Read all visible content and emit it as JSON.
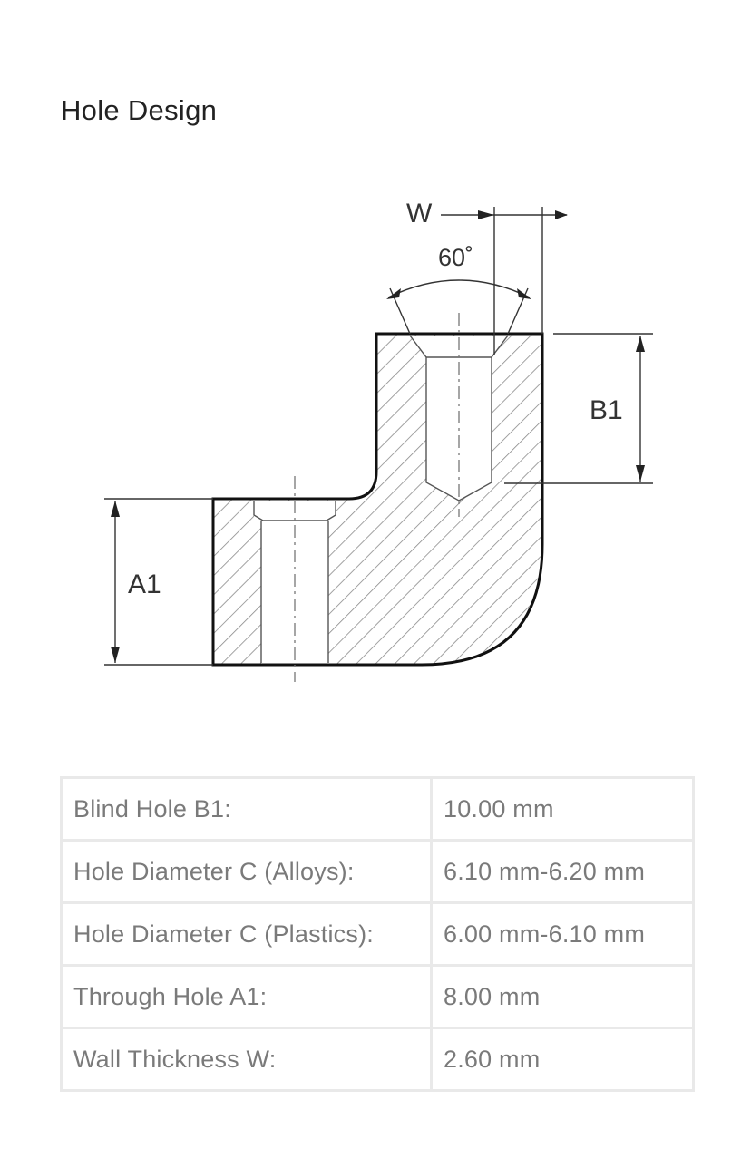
{
  "page": {
    "title": "Hole Design"
  },
  "diagram": {
    "labels": {
      "wall": "W",
      "angle": "60˚",
      "blind_hole": "B1",
      "through_hole": "A1"
    }
  },
  "specs": {
    "rows": [
      {
        "label": "Blind Hole B1:",
        "value": "10.00 mm"
      },
      {
        "label": "Hole Diameter C (Alloys):",
        "value": "6.10 mm-6.20 mm"
      },
      {
        "label": "Hole Diameter C (Plastics):",
        "value": "6.00 mm-6.10 mm"
      },
      {
        "label": "Through Hole A1:",
        "value": "8.00 mm"
      },
      {
        "label": "Wall Thickness W:",
        "value": "2.60 mm"
      }
    ]
  }
}
